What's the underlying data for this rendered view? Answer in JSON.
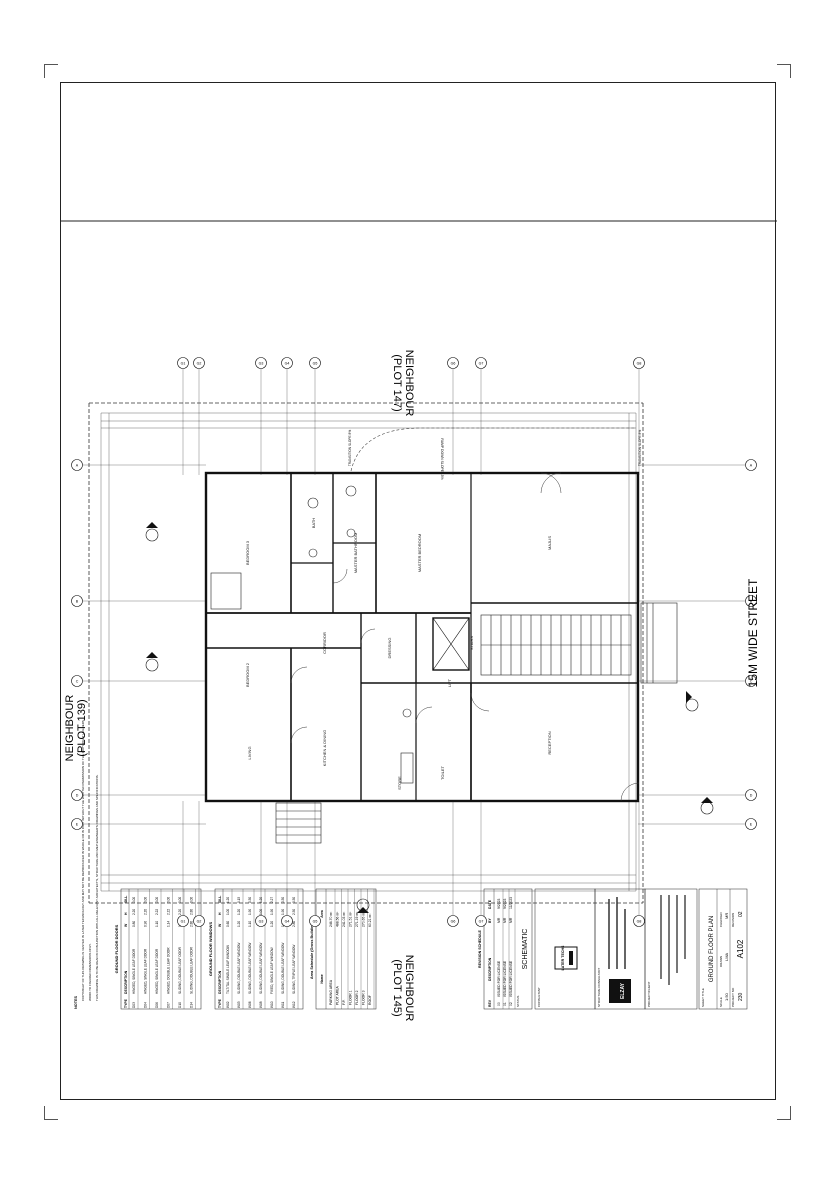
{
  "labels": {
    "neighbour_left": "NEIGHBOUR",
    "neighbour_left_plot": "(PLOT 139)",
    "neighbour_top": "NEIGHBOUR",
    "neighbour_top_plot": "(PLOT 147)",
    "neighbour_bottom": "NEIGHBOUR",
    "neighbour_bottom_plot": "(PLOT 145)",
    "street": "15M WIDE STREET"
  },
  "notes": {
    "heading": "NOTES",
    "items": [
      "COPYRIGHT OF THIS DRAWING IS VESTED IN LATER TECHNOLOGY AND MAY NOT BE REPRODUCED IN WHOLE OR IN PART WITHOUT THE WRITTEN PERMISSION OF THE COPYRIGHT HOLDERS.",
      "WORK TO FIGURED DIMENSIONS ONLY.",
      "THIS DRAWING IS TO BE READ IN CONJUNCTION WITH ALL RELEVANT ARCHITECT'S, STRUCTURE AND MEP ENGINEER'S DRAWINGS AND SPECIFICATIONS."
    ]
  },
  "doors": {
    "title": "GROUND FLOOR DOORS",
    "headers": [
      "TYPE",
      "DESCRIPTION",
      "W",
      "H",
      "SILL"
    ],
    "rows": [
      [
        "D03",
        "HINGED, SINGLE LEAF DOOR",
        "0.80",
        "2.20",
        "0.00"
      ],
      [
        "D04",
        "HINGED, SINGLE LEAF DOOR",
        "0.90",
        "2.20",
        "0.00"
      ],
      [
        "D06",
        "HINGED, SINGLE LEAF DOOR",
        "1.10",
        "2.22",
        "0.00"
      ],
      [
        "D07",
        "HINGED, DOUBLE LEAF DOOR",
        "1.14",
        "2.22",
        "0.00"
      ],
      [
        "D10",
        "SLIDING, DOUBLE LEAF DOOR",
        "1.80",
        "2.20",
        "0.00"
      ],
      [
        "D14",
        "SLIDING, DOUBLE LEAF DOOR",
        "2.80",
        "2.80",
        "0.00"
      ]
    ]
  },
  "windows": {
    "title": "GROUND FLOOR WINDOWS",
    "headers": [
      "TYPE",
      "DESCRIPTION",
      "W",
      "H",
      "SILL"
    ],
    "rows": [
      [
        "W02",
        "TILT/TAL SINGLE LEAF WINDOW",
        "0.60",
        "1.00",
        "1.20"
      ],
      [
        "W03",
        "SLIDING, DOUBLE LEAF WINDOW",
        "1.20",
        "1.20",
        "0.15"
      ],
      [
        "W06",
        "SLIDING, DOUBLE LEAF WINDOW",
        "1.10",
        "1.90",
        "0.50"
      ],
      [
        "W08",
        "SLIDING, DOUBLE LEAF WINDOW",
        "1.20",
        "1.00",
        "1.20"
      ],
      [
        "W10",
        "FIXED, SINGLE LEAF WINDOW",
        "1.20",
        "1.90",
        "2.27"
      ],
      [
        "W11",
        "SLIDING, DOUBLE LEAF WINDOW",
        "1.80",
        "1.90",
        "0.50"
      ],
      [
        "W12",
        "SLIDING, TRIPLE LEAF WINDOW",
        "2.80",
        "2.50",
        "0.50"
      ]
    ]
  },
  "area_schedule": {
    "title": "Area Schedule (Gross Building) 2",
    "headers": [
      "Name",
      "Area"
    ],
    "rows": [
      [
        "PARKING AREA",
        "246.70 m²"
      ],
      [
        "PLOT AREA",
        "488.56 m²"
      ],
      [
        "F.P.",
        "241.03 m²"
      ],
      [
        "FLOOR 1",
        "271.51 m²"
      ],
      [
        "FLOOR 2",
        "271.19 m²"
      ],
      [
        "FLOOR 3",
        "270.65 m²"
      ],
      [
        "ROOF",
        "60.21 m²"
      ]
    ]
  },
  "revisions": {
    "title": "REVISION SCHEDULE",
    "headers": [
      "REV",
      "DESCRIPTION",
      "BY",
      "DATE"
    ],
    "rows": [
      [
        "00",
        "ISSUED FOR LICENSE",
        "MR",
        "9/2023"
      ],
      [
        "01",
        "ISSUED FOR LICENSE",
        "MR",
        "9/2023"
      ],
      [
        "02",
        "ISSUED FOR LICENSE",
        "MR",
        "11/2023"
      ]
    ],
    "status_label": "STATUS",
    "status_value": "SCHEMATIC"
  },
  "titleblock": {
    "consultant_label": "CONSULTANT",
    "consultant_logo": "LATER TECHS",
    "structure_label": "STRUCTURE CONSULTANT",
    "structure_logo": "ELZAY",
    "client_label": "PROJECT/CLIENT",
    "sheet_title_label": "SHEET TITLE",
    "sheet_title": "GROUND FLOOR PLAN",
    "scale_label": "SCALE",
    "scale": "1:50",
    "drawn_label": "DRAWN",
    "drawn": "LMA",
    "checked_label": "CHECKED",
    "checked": "MR",
    "project_no_label": "PROJECT NO",
    "project_no": "230",
    "revision_label": "REVISION",
    "revision": "02",
    "sheet_no": "A102"
  },
  "rooms": {
    "bedroom1": "BEDROOM 3",
    "bedroom2": "BEDROOM 2",
    "living": "LIVING",
    "kitchen": "KITCHEN & DINING",
    "master": "MASTER BEDROOM",
    "master_bath": "MASTER BATHROOM",
    "bath": "BATH",
    "corridor": "CORRIDOR",
    "dressing": "DRESSING",
    "majlis": "MAJLIS",
    "reception": "RECEPTION",
    "stairs": "STAIRS",
    "toilet": "TOILET",
    "store": "STORE",
    "lift": "LIFT",
    "ramp": "RAMP DOWN SLOPE 15%",
    "ramp2": "TRANSITION SLOPE 8%",
    "ramp3": "TRANSITION SLOPE 8%"
  },
  "grid": {
    "top_bubbles": [
      "G1",
      "G2",
      "G3",
      "G4",
      "G5",
      "G6",
      "G7",
      "G8"
    ],
    "side_bubbles": [
      "A",
      "B",
      "C",
      "D",
      "E"
    ]
  }
}
